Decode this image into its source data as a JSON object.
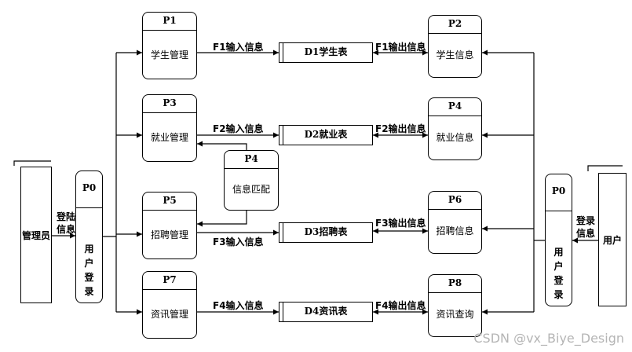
{
  "processes": {
    "p1": {
      "id": "P1",
      "name": "学生管理"
    },
    "p2": {
      "id": "P2",
      "name": "学生信息"
    },
    "p3": {
      "id": "P3",
      "name": "就业管理"
    },
    "p4a": {
      "id": "P4",
      "name": "就业信息"
    },
    "p4b": {
      "id": "P4",
      "name": "信息匹配"
    },
    "p5": {
      "id": "P5",
      "name": "招聘管理"
    },
    "p6": {
      "id": "P6",
      "name": "招聘信息"
    },
    "p7": {
      "id": "P7",
      "name": "资讯管理"
    },
    "p8": {
      "id": "P8",
      "name": "资讯查询"
    },
    "p0_left": {
      "id": "P0",
      "name": "用户登录"
    },
    "p0_right": {
      "id": "P0",
      "name": "用户登录"
    }
  },
  "stores": {
    "d1": "D1学生表",
    "d2": "D2就业表",
    "d3": "D3招聘表",
    "d4": "D4资讯表"
  },
  "externals": {
    "admin": "管理员",
    "user": "用户"
  },
  "flows": {
    "f1_in": "F1输入信息",
    "f1_out": "F1输出信息",
    "f2_in": "F2输入信息",
    "f2_out": "F2输出信息",
    "f3_in": "F3输入信息",
    "f3_out": "F3输出信息",
    "f4_in": "F4输入信息",
    "f4_out": "F4输出信息",
    "login_left": "登陆信息",
    "login_right": "登录信息"
  },
  "watermark": "CSDN @vx_Biye_Design"
}
